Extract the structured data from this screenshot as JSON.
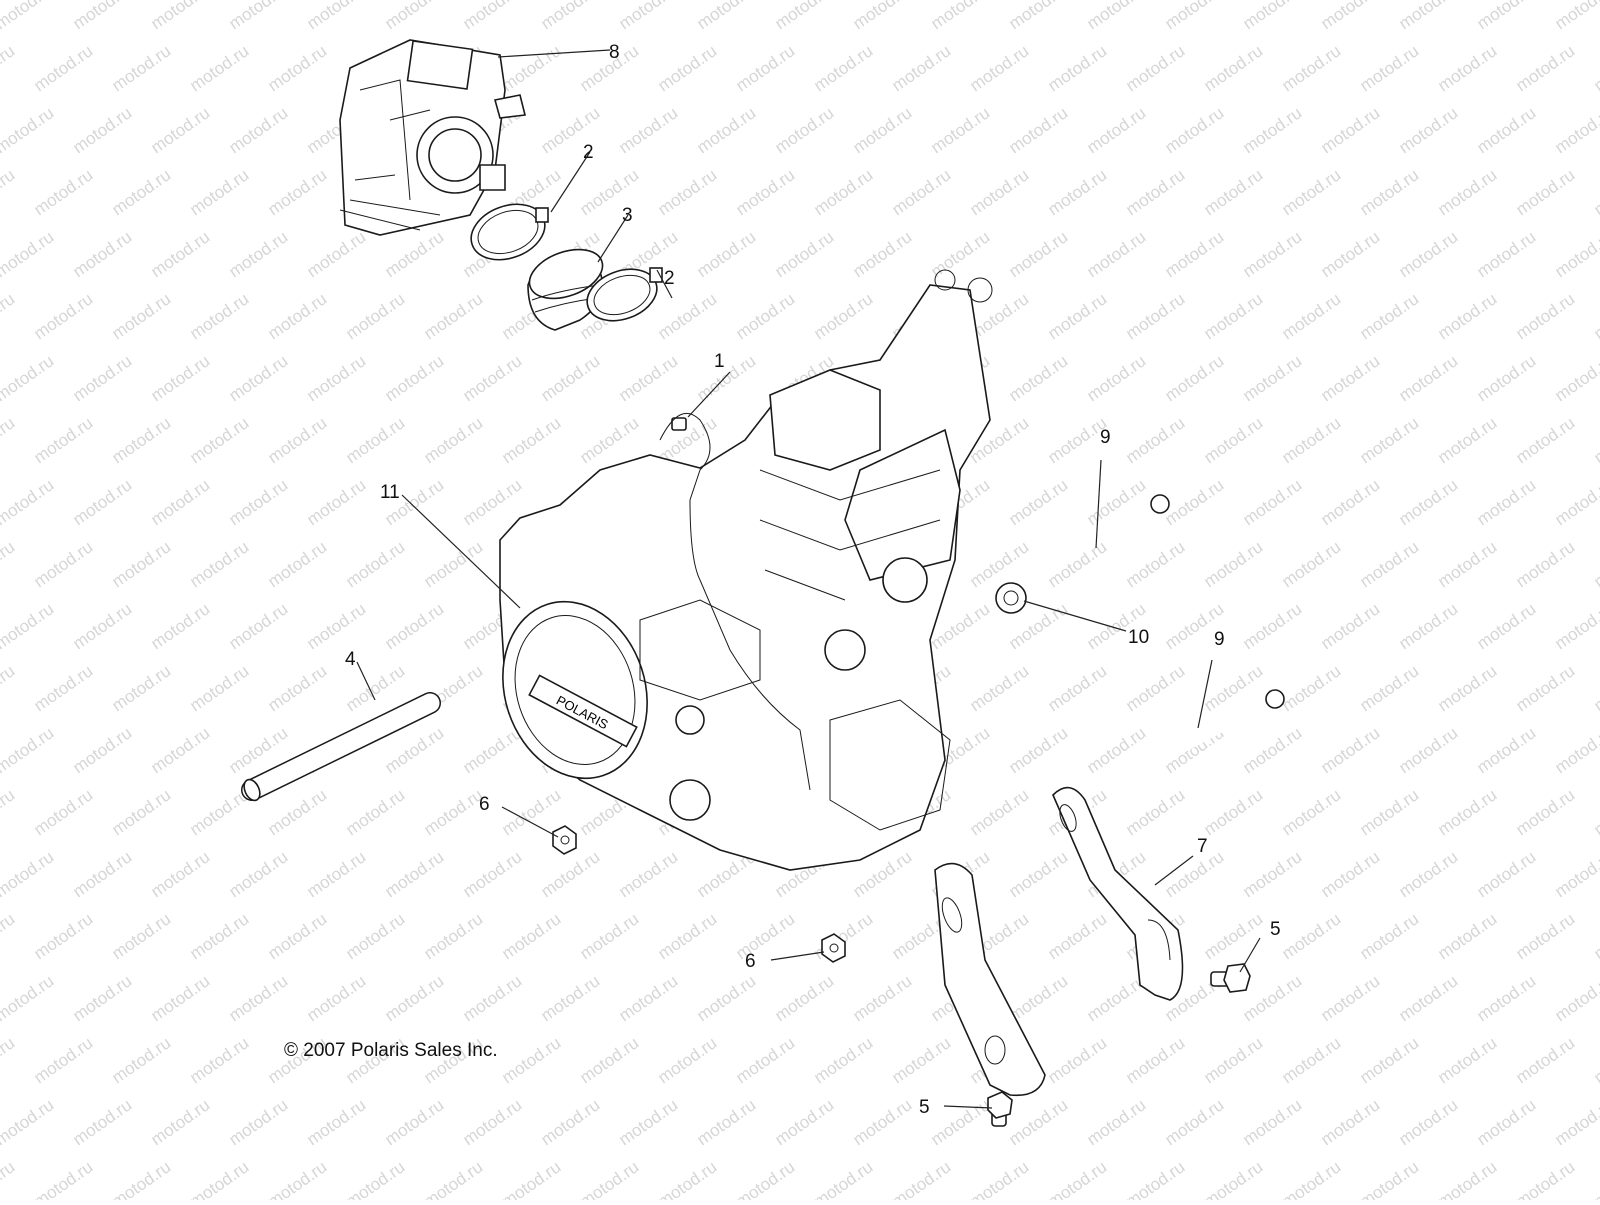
{
  "diagram": {
    "watermark_text": "motod.ru",
    "copyright": "© 2007 Polaris Sales Inc.",
    "cover_label": "POLARIS",
    "callouts": [
      "1",
      "2",
      "3",
      "2",
      "4",
      "5",
      "5",
      "6",
      "6",
      "7",
      "8",
      "9",
      "9",
      "10",
      "11"
    ]
  },
  "colors": {
    "line": "#1a1a1a",
    "watermark": "#d6d6d6",
    "background": "#ffffff"
  }
}
